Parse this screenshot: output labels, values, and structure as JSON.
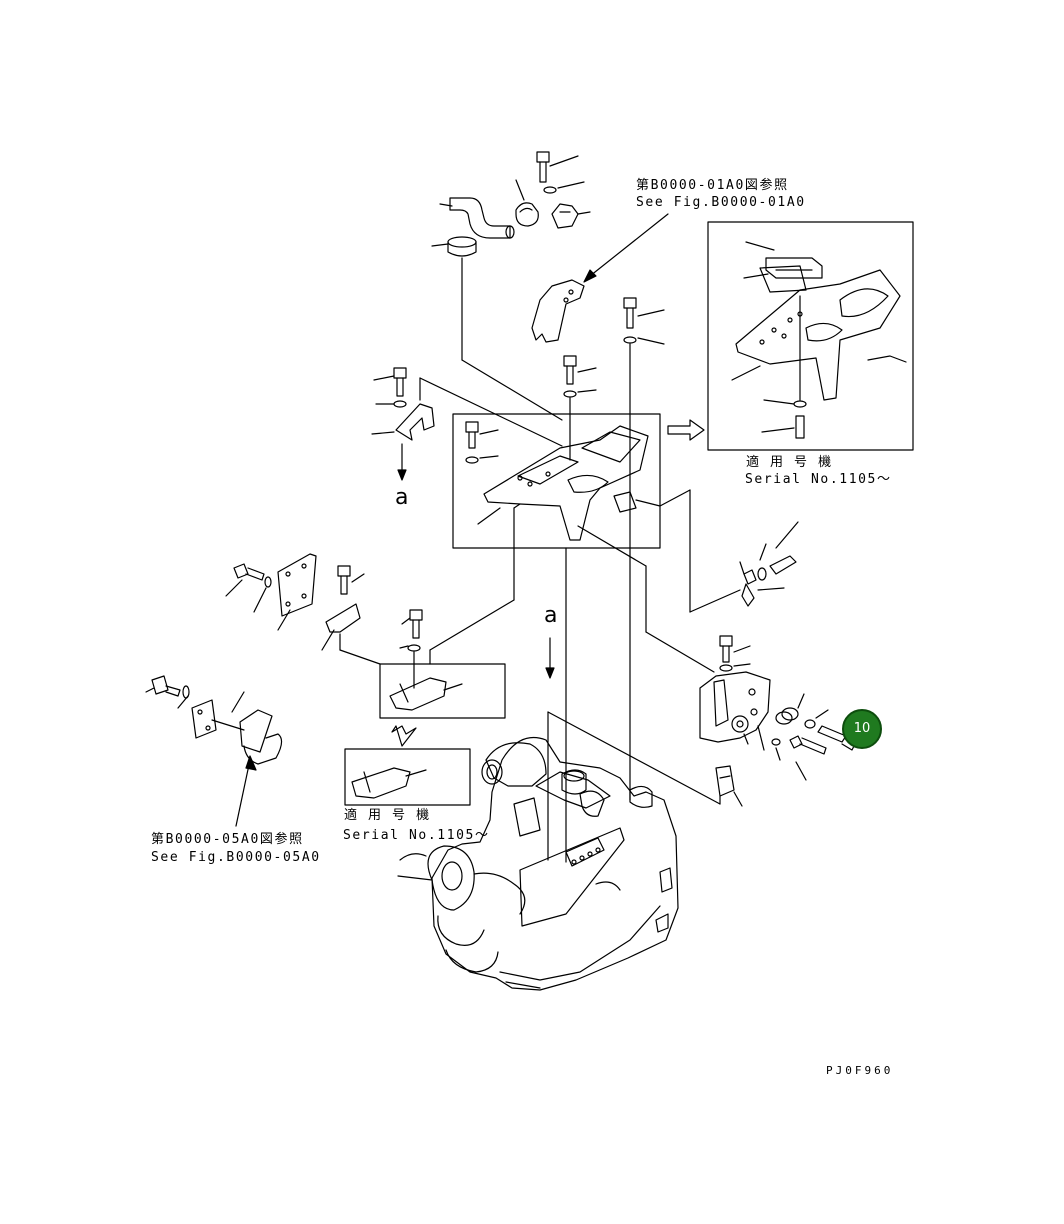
{
  "references": {
    "top": {
      "jp": "第B0000-01A0図参照",
      "en": "See Fig.B0000-01A0"
    },
    "left": {
      "jp": "第B0000-05A0図参照",
      "en": "See Fig.B0000-05A0"
    }
  },
  "serial_boxes": {
    "right": {
      "jp": "適 用 号 機",
      "en": "Serial No.1105～"
    },
    "left": {
      "jp": "適 用 号 機",
      "en": "Serial No.1105～"
    }
  },
  "view_markers": {
    "upper": "a",
    "lower": "a"
  },
  "drawing_code": "PJ0F960",
  "callout": {
    "number": "10",
    "color": "#1f7a1f"
  }
}
